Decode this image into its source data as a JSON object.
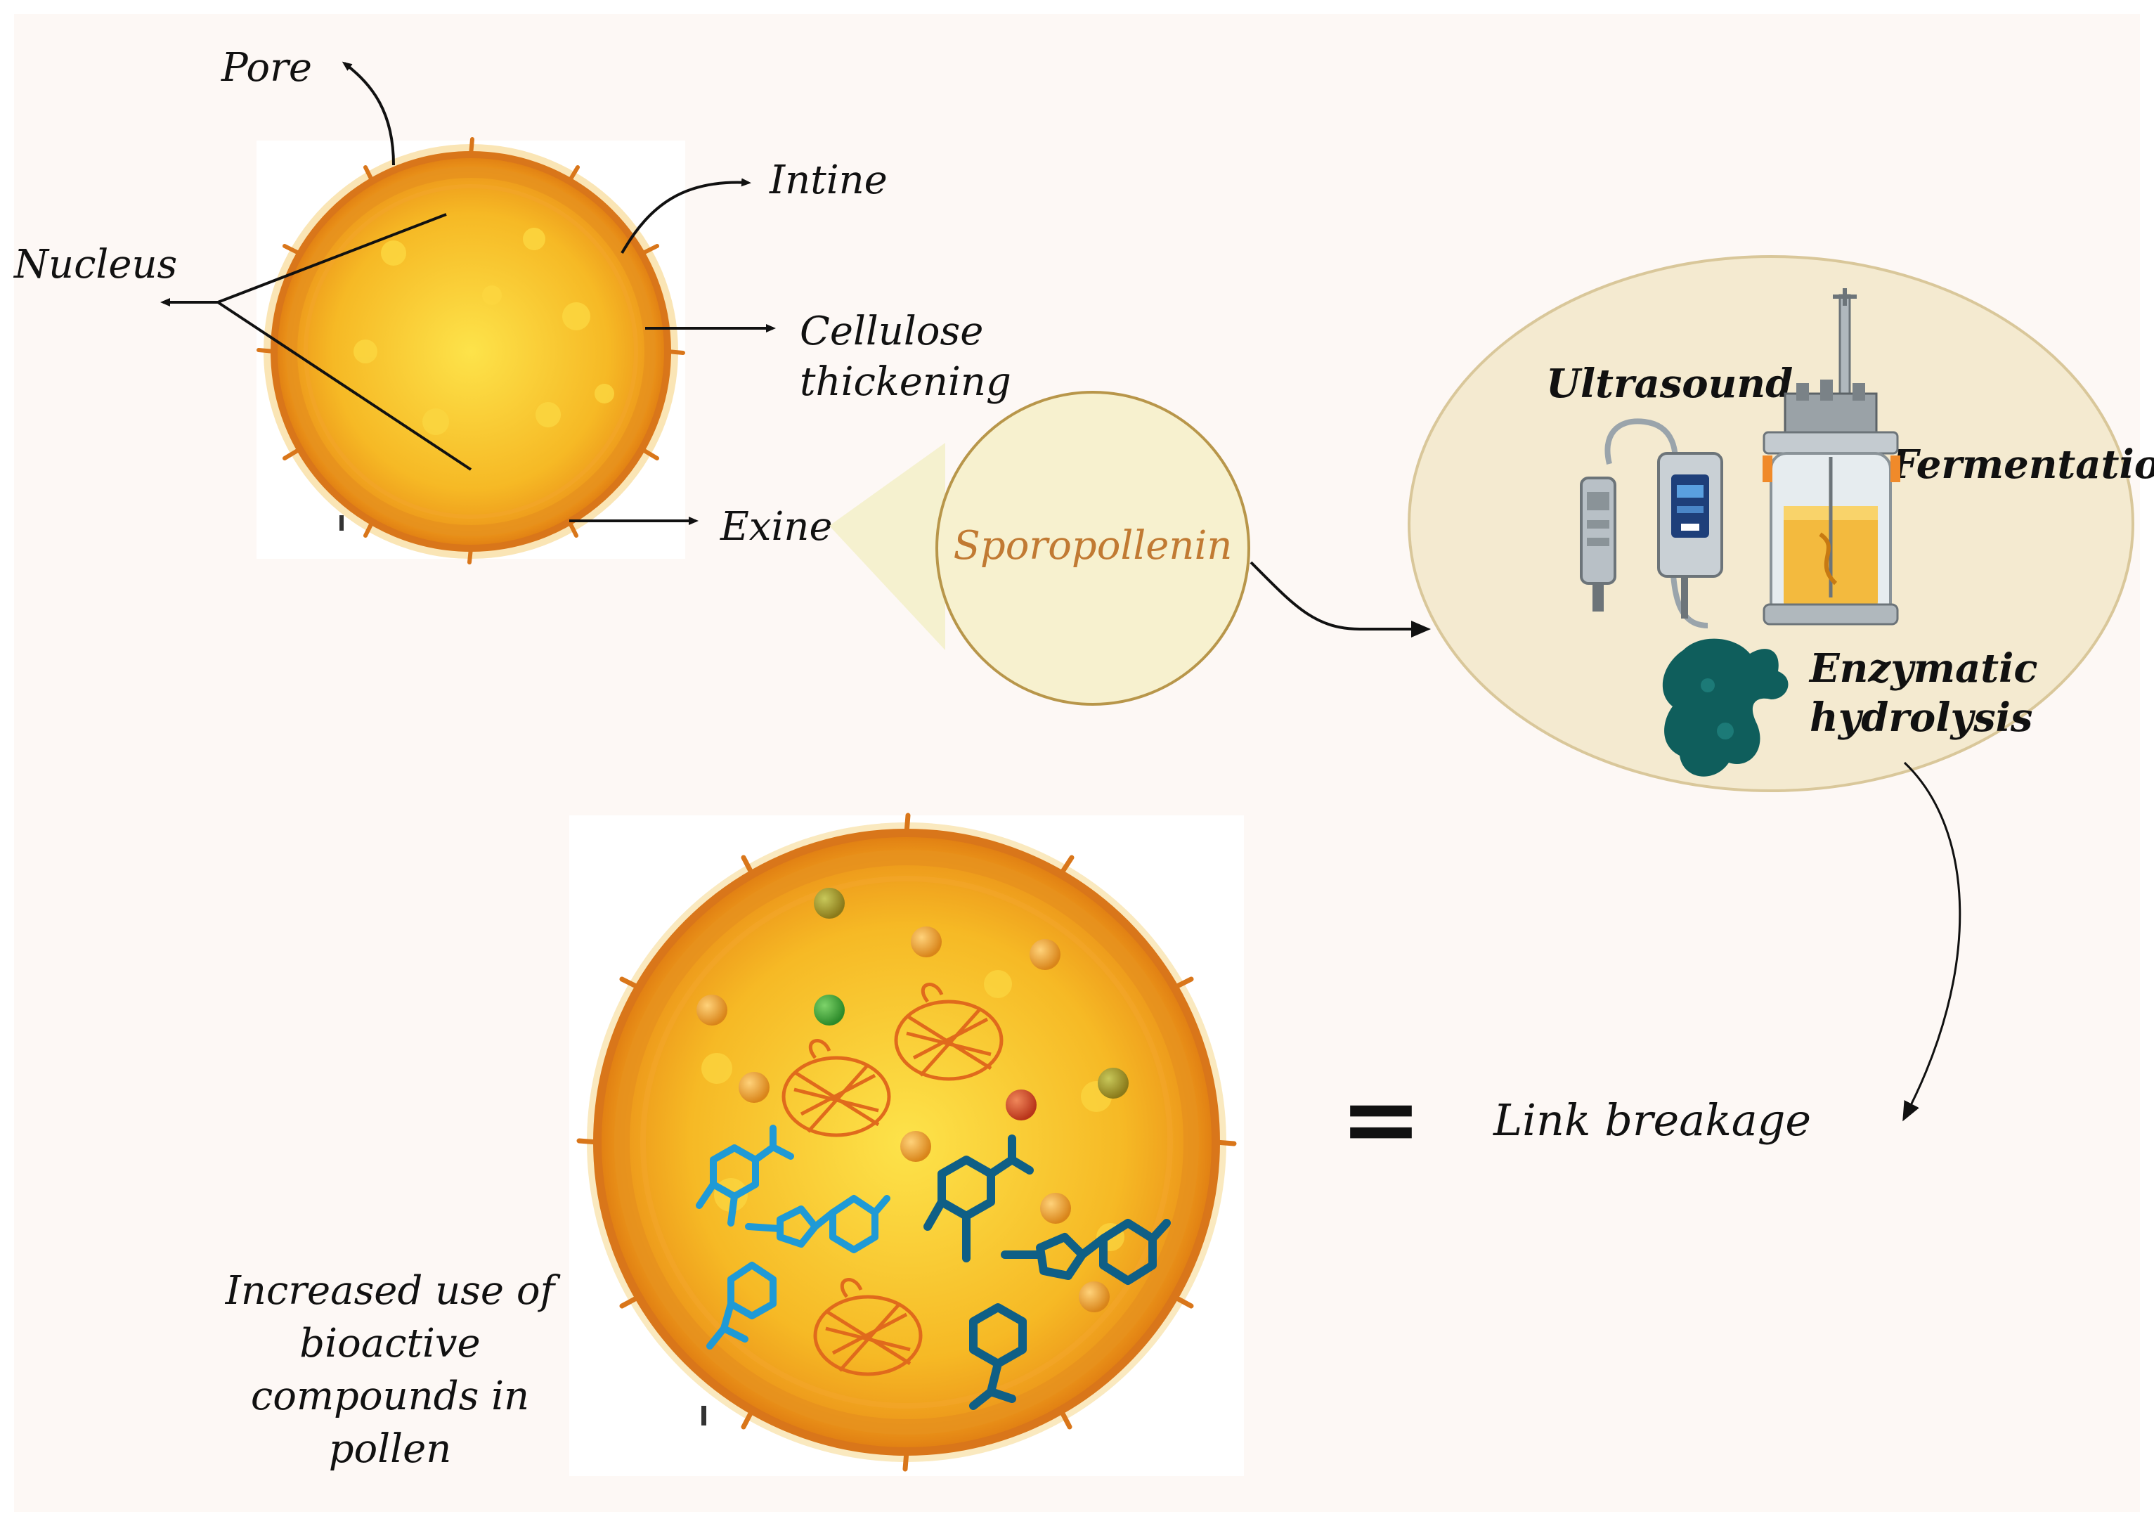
{
  "labels": {
    "pore": "Pore",
    "intine": "Intine",
    "nucleus": "Nucleus",
    "cellulose_line1": "Cellulose",
    "cellulose_line2": "thickening",
    "exine": "Exine",
    "sporopollenin": "Sporopollenin",
    "ultrasound": "Ultrasound",
    "fermentation": "Fermentation",
    "enzymatic_line1": "Enzymatic",
    "enzymatic_line2": "hydrolysis",
    "equals": "=",
    "link_breakage": "Link breakage",
    "increased_line1": "Increased use of",
    "increased_line2": "bioactive",
    "increased_line3": "compounds in",
    "increased_line4": "pollen"
  },
  "colors": {
    "background_panel": "#fdf8f5",
    "pollen_fill": "#f5c12a",
    "pollen_rim": "#e8891a",
    "sporopollenin_circle": "#f7f1cf",
    "process_oval": "#f4ead0",
    "sporopollenin_text": "#c17a33",
    "enzyme": "#0f5e5c",
    "molecule_light": "#1f9ad6",
    "molecule_dark": "#0f5f86",
    "protein": "#e06a1c"
  }
}
